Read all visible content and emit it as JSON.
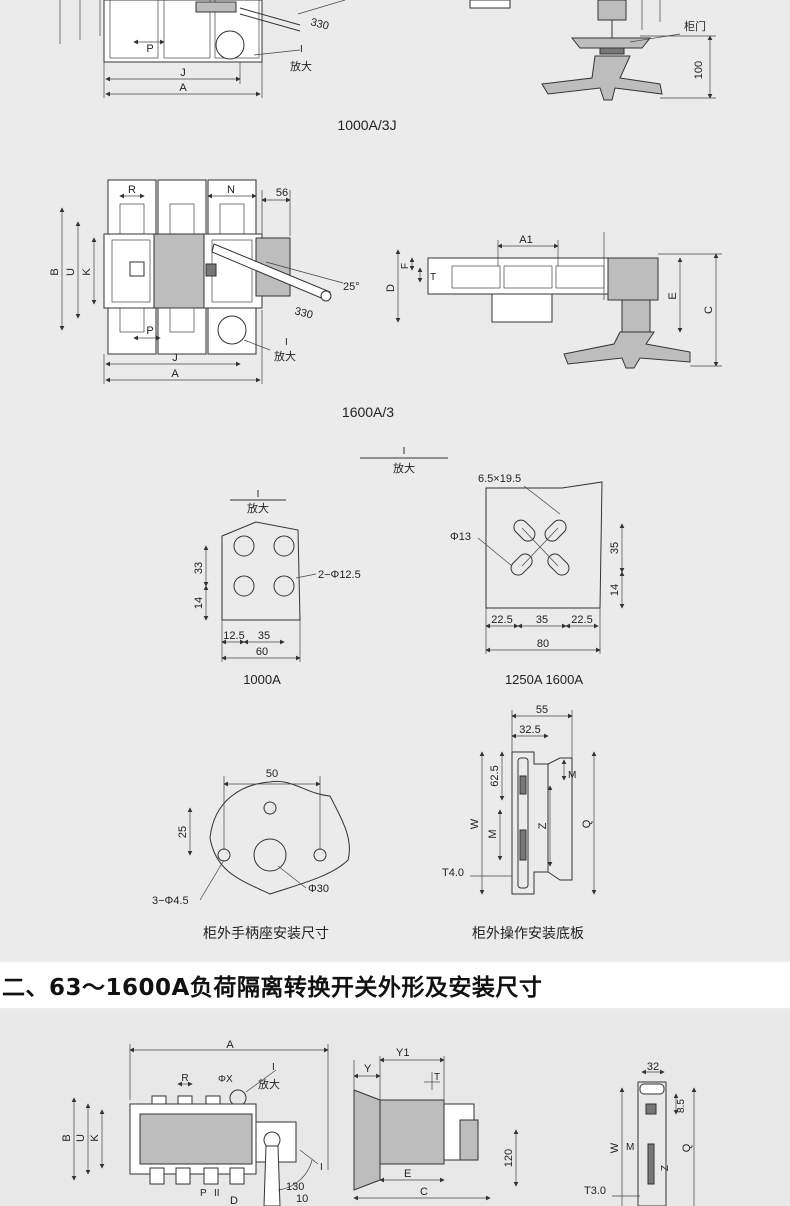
{
  "drawing1000": {
    "caption": "1000A/3J",
    "dims": {
      "j": "J",
      "a": "A",
      "p": "P",
      "i": "I",
      "r330": "330",
      "zoom": "放大",
      "cabinet_door": "柜门",
      "h100": "100"
    }
  },
  "drawing1600": {
    "caption": "1600A/3",
    "dims": {
      "r": "R",
      "n": "N",
      "d56": "56",
      "b": "B",
      "u": "U",
      "k": "K",
      "p": "P",
      "j": "J",
      "a": "A",
      "i": "I",
      "r330": "330",
      "angle": "25°",
      "zoom": "放大",
      "a1": "A1",
      "f": "F",
      "t": "T",
      "d": "D",
      "e": "E",
      "c": "C"
    }
  },
  "detail_header": {
    "mark": "I",
    "zoom": "放大"
  },
  "detail1000": {
    "mark": "I",
    "zoom": "放大",
    "dims": {
      "v33": "33",
      "v14": "14",
      "holes": "2−Φ12.5",
      "h12_5": "12.5",
      "h35": "35",
      "h60": "60"
    },
    "caption": "1000A"
  },
  "detail1250": {
    "dims": {
      "slot": "6.5×19.5",
      "phi13": "Φ13",
      "v35": "35",
      "v14": "14",
      "h22a": "22.5",
      "h35": "35",
      "h22b": "22.5",
      "h80": "80"
    },
    "caption": "1250A 1600A"
  },
  "handle_seat": {
    "dims": {
      "h50": "50",
      "v25": "25",
      "holes": "3−Φ4.5",
      "phi30": "Φ30"
    },
    "caption": "柜外手柄座安装尺寸"
  },
  "base_plate": {
    "dims": {
      "h55": "55",
      "h32_5": "32.5",
      "v62_5": "62.5",
      "m1": "M",
      "w": "W",
      "m2": "M",
      "z": "Z",
      "q": "Q",
      "t4": "T4.0"
    },
    "caption": "柜外操作安装底板"
  },
  "section2": {
    "title": "二、63～1600A负荷隔离转换开关外形及安装尺寸"
  },
  "drawing_bottom": {
    "dims": {
      "a": "A",
      "r": "R",
      "phix": "ΦX",
      "i": "I",
      "zoom": "放大",
      "b": "B",
      "u": "U",
      "k": "K",
      "p": "P",
      "ii": "II",
      "d": "D",
      "r130": "130",
      "v10": "10",
      "i2": "I",
      "y1": "Y1",
      "y": "Y",
      "t": "T",
      "v120": "120",
      "e": "E",
      "c": "C",
      "h32": "32",
      "v8_5": "8.5",
      "w": "W",
      "m": "M",
      "z": "Z",
      "q": "Q",
      "t3": "T3.0"
    }
  }
}
